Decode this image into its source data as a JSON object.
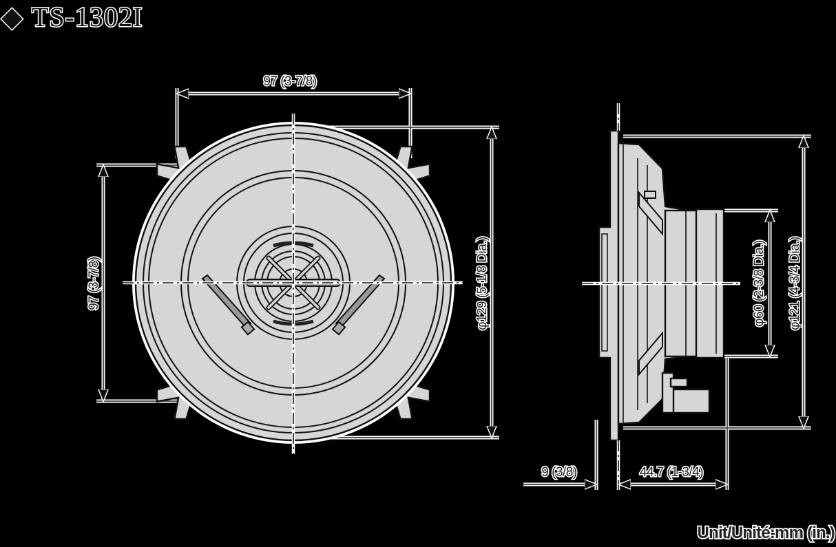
{
  "title": {
    "marker": "◆",
    "model": "TS-1302I"
  },
  "front_view": {
    "width_label": "97 (3-7/8)",
    "height_label": "97 (3-7/8)",
    "diameter_label": "φ129 (5-1/8 Dia.)"
  },
  "side_view": {
    "magnet_diameter_label": "φ60 (2-3/8 Dia.)",
    "cutout_diameter_label": "φ121 (4-3/4 Dia.)",
    "flange_depth_label": "9 (3/8)",
    "mounting_depth_label": "44.7 (1-3/4)"
  },
  "footer": {
    "unit_label": "Unit/Unité:mm (in.)"
  },
  "colors": {
    "background": "#000000",
    "part_fill": "#d6d6d6",
    "outline": "#111111",
    "halo": "#ffffff"
  }
}
